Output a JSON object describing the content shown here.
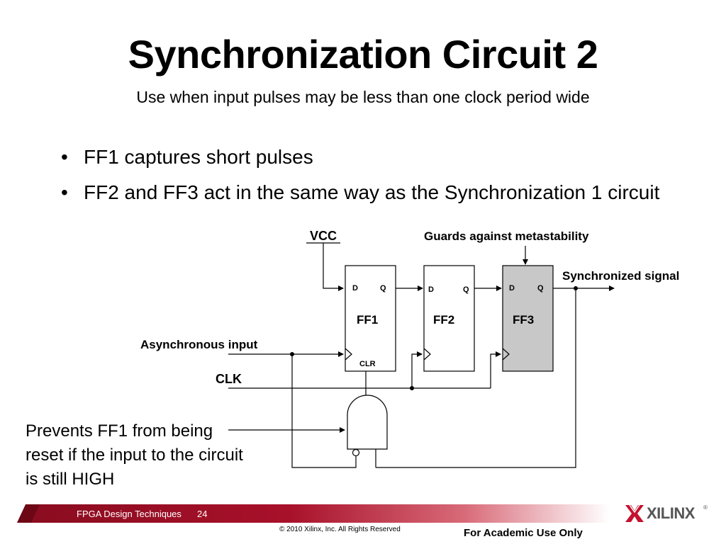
{
  "slide": {
    "title": "Synchronization Circuit 2",
    "subtitle": "Use when input pulses may be less than one clock period wide",
    "bullets": [
      "FF1 captures short pulses",
      "FF2 and FF3 act in the same way as the Synchronization 1 circuit"
    ]
  },
  "diagram": {
    "vcc": "VCC",
    "guards_label": "Guards against metastability",
    "sync_label": "Synchronized signal",
    "async_label": "Asynchronous input",
    "clk_label": "CLK",
    "ff1": {
      "name": "FF1",
      "d": "D",
      "q": "Q",
      "clr": "CLR"
    },
    "ff2": {
      "name": "FF2",
      "d": "D",
      "q": "Q"
    },
    "ff3": {
      "name": "FF3",
      "d": "D",
      "q": "Q"
    },
    "ff3_fill": "#c8c8c8"
  },
  "note": "Prevents FF1 from being reset if the input to the circuit is still HIGH",
  "footer": {
    "course": "FPGA Design Techniques",
    "page": "24",
    "copyright": "© 2010 Xilinx, Inc. All Rights Reserved",
    "academic": "For Academic Use Only",
    "brand": "XILINX",
    "brand_reg": "®"
  },
  "colors": {
    "footer_bar": "#a8112a",
    "logo_red": "#c4122f"
  }
}
